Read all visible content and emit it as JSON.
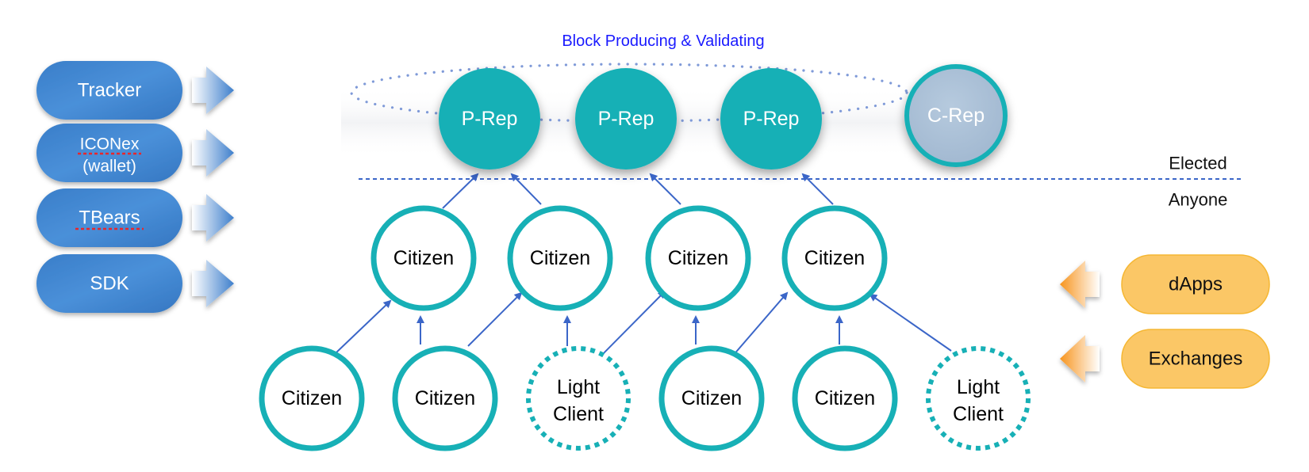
{
  "title": "Block Producing & Validating",
  "colors": {
    "teal": "#17b0b6",
    "title_blue": "#1a1aff",
    "arrow_blue": "#3b66c8",
    "pill_blue": "#3f86d0",
    "pill_orange": "#fbc766",
    "crep_fill": "#a8bed6",
    "dotted": "#7f9ad8"
  },
  "left_tools": [
    {
      "label": "Tracker",
      "sub": "",
      "spellcheck": false
    },
    {
      "label": "ICONex",
      "sub": "(wallet)",
      "spellcheck": true
    },
    {
      "label": "TBears",
      "sub": "",
      "spellcheck": true
    },
    {
      "label": "SDK",
      "sub": "",
      "spellcheck": false
    }
  ],
  "right_clients": [
    {
      "label": "dApps"
    },
    {
      "label": "Exchanges"
    }
  ],
  "tier_labels": {
    "elected": "Elected",
    "anyone": "Anyone"
  },
  "reps": [
    {
      "label": "P-Rep",
      "type": "prep"
    },
    {
      "label": "P-Rep",
      "type": "prep"
    },
    {
      "label": "P-Rep",
      "type": "prep"
    },
    {
      "label": "C-Rep",
      "type": "crep"
    }
  ],
  "mid_nodes": [
    {
      "label": "Citizen"
    },
    {
      "label": "Citizen"
    },
    {
      "label": "Citizen"
    },
    {
      "label": "Citizen"
    }
  ],
  "bottom_nodes": [
    {
      "label": "Citizen",
      "light": false
    },
    {
      "label": "Citizen",
      "light": false
    },
    {
      "label": "Light Client",
      "light": true
    },
    {
      "label": "Citizen",
      "light": false
    },
    {
      "label": "Citizen",
      "light": false
    },
    {
      "label": "Light Client",
      "light": true
    }
  ]
}
